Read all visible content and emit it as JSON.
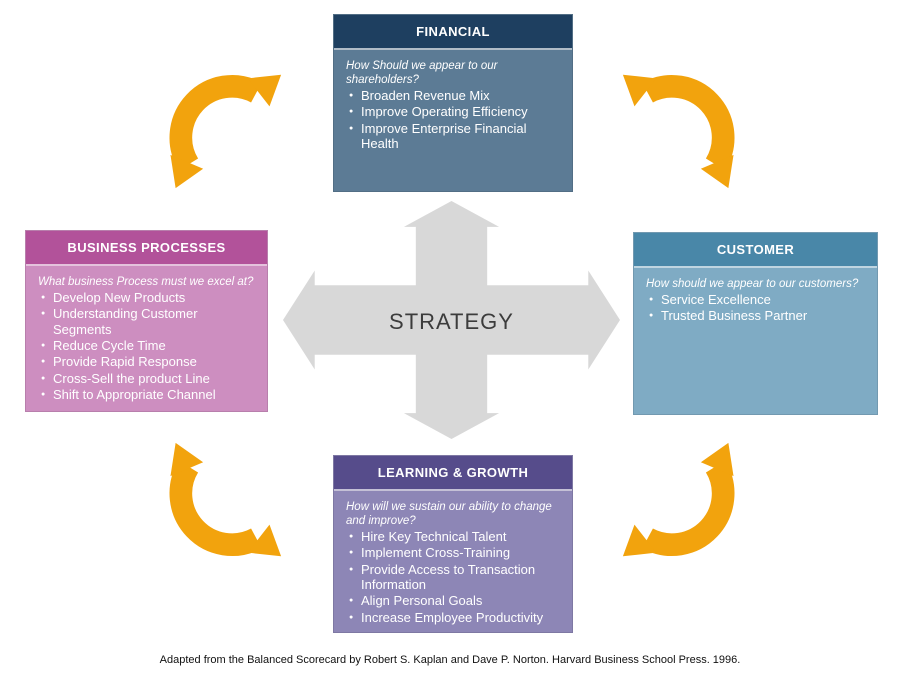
{
  "center": {
    "label": "STRATEGY"
  },
  "panels": {
    "financial": {
      "title": "FINANCIAL",
      "question": "How Should we appear to our shareholders?",
      "items": [
        "Broaden Revenue Mix",
        "Improve Operating Efficiency",
        "Improve Enterprise Financial Health"
      ]
    },
    "customer": {
      "title": "CUSTOMER",
      "question": "How should we appear to our customers?",
      "items": [
        "Service Excellence",
        "Trusted Business Partner"
      ]
    },
    "processes": {
      "title": "BUSINESS PROCESSES",
      "question": "What business Process must we excel at?",
      "items": [
        "Develop New Products",
        "Understanding Customer Segments",
        "Reduce Cycle Time",
        "Provide Rapid Response",
        "Cross-Sell the product Line",
        "Shift to Appropriate Channel"
      ]
    },
    "learning": {
      "title": "LEARNING & GROWTH",
      "question": "How will we sustain our ability to change and improve?",
      "items": [
        "Hire Key Technical Talent",
        "Implement Cross-Training",
        "Provide Access to Transaction Information",
        "Align Personal Goals",
        "Increase Employee Productivity"
      ]
    }
  },
  "caption": "Adapted from the Balanced Scorecard by Robert S. Kaplan and Dave P. Norton. Harvard Business School Press. 1996.",
  "colors": {
    "financial-header": "#1e3f60",
    "financial-body": "#5c7b95",
    "customer-header": "#4987a8",
    "customer-body": "#7fabc4",
    "processes-header": "#b2529a",
    "processes-body": "#cd8ec0",
    "learning-header": "#564c8b",
    "learning-body": "#8d86b6",
    "arrow-orange": "#f2a30d",
    "cross-gray": "#d8d8d8",
    "strategy-text": "#3c3c3c"
  }
}
